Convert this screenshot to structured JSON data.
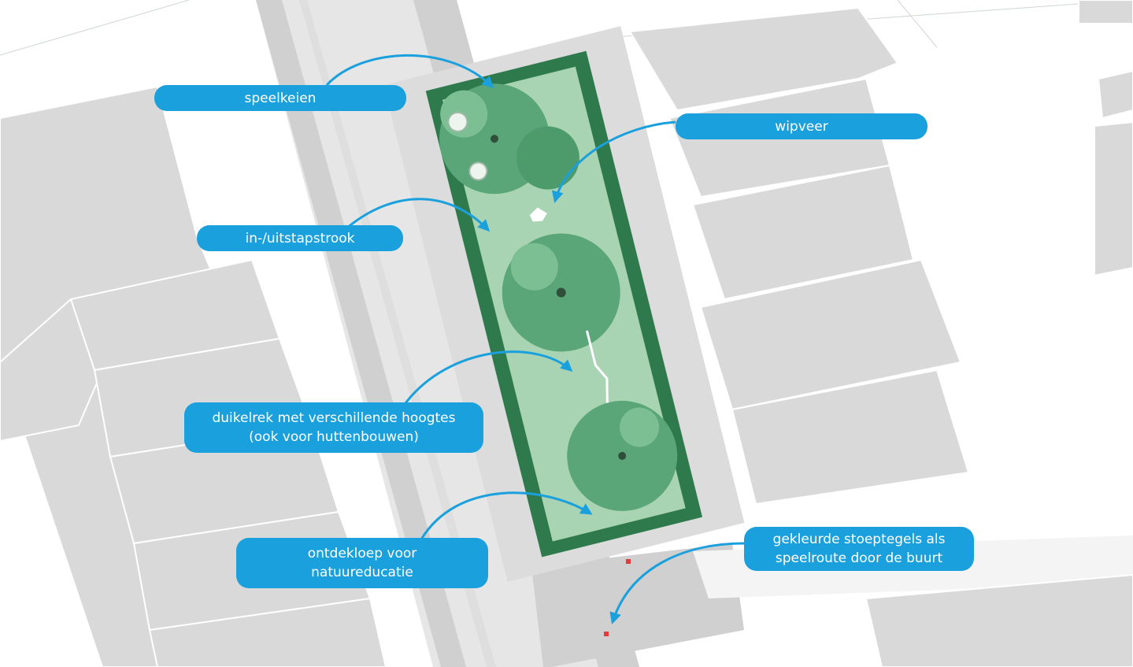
{
  "map": {
    "colors": {
      "background": "#ffffff",
      "building": "#d9d9d9",
      "street": "#e6e6e6",
      "road_dark": "#c9c9c9",
      "park_border": "#2e7a4c",
      "park_fill": "#a9d4b4",
      "tree": "#5aa678",
      "label_fill": "#1aa0dc",
      "label_text": "#ffffff",
      "arrow": "#1aa0dc",
      "route_marker": "#e33b3b"
    }
  },
  "labels": {
    "speelkeien": "speelkeien",
    "wipveer": "wipveer",
    "uitstapstrook": "in-/uitstapstrook",
    "duikelrek": "duikelrek met verschillende hoogtes\n(ook voor huttenbouwen)",
    "ontdekloep": "ontdekloep voor\nnatuureducatie",
    "stoeptegels": "gekleurde stoeptegels als\nspeelroute door de buurt"
  }
}
